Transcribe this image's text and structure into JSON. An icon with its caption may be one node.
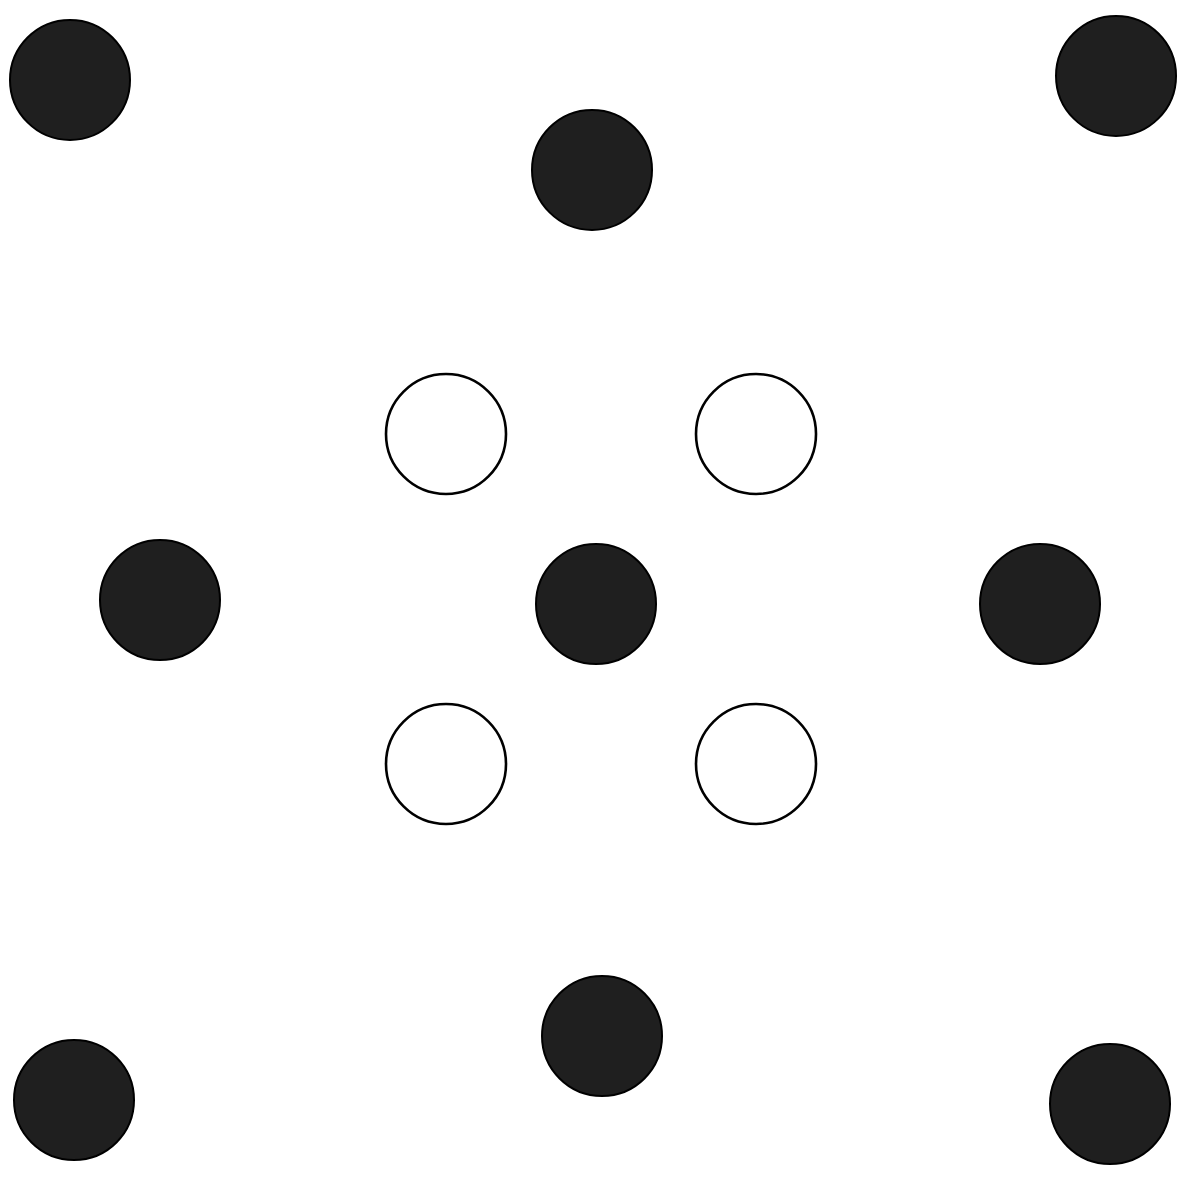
{
  "diagram": {
    "nodes": [
      {
        "text": [],
        "shape": "circle"
      },
      {
        "text": [],
        "shape": "circle"
      },
      {
        "text": [],
        "shape": "circle"
      },
      {
        "text": [],
        "shape": "circle"
      },
      {
        "text": [],
        "shape": "circle"
      },
      {
        "text": [],
        "shape": "circle"
      },
      {
        "text": [],
        "shape": "circle"
      },
      {
        "text": [],
        "shape": "circle"
      },
      {
        "text": [],
        "shape": "circle"
      },
      {
        "text": [],
        "shape": "circle"
      },
      {
        "text": [],
        "shape": "circle"
      },
      {
        "text": [],
        "shape": "circle"
      },
      {
        "text": [],
        "shape": "circle"
      }
    ]
  }
}
